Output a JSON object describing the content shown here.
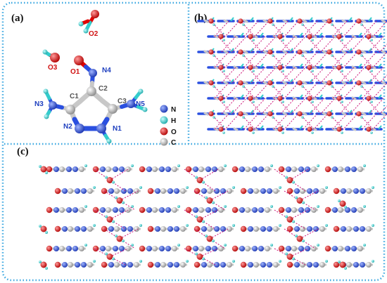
{
  "colors": {
    "frame": "#3aa7e0",
    "nitrogen": "#2a4fe0",
    "hydrogen": "#33cccc",
    "oxygen": "#e00000",
    "carbon": "#c8c8c8",
    "hbond": "#cc1177"
  },
  "panels": {
    "a": {
      "label": "(a)"
    },
    "b": {
      "label": "(b)"
    },
    "c": {
      "label": "(c)"
    }
  },
  "atom_labels": {
    "O1": "O1",
    "O2": "O2",
    "O3": "O3",
    "N1": "N1",
    "N2": "N2",
    "N3": "N3",
    "N4": "N4",
    "N5": "N5",
    "C1": "C1",
    "C2": "C2",
    "C3": "C3"
  },
  "legend": [
    {
      "symbol": "N",
      "color": "#2a4fe0"
    },
    {
      "symbol": "H",
      "color": "#33cccc"
    },
    {
      "symbol": "O",
      "color": "#e00000"
    },
    {
      "symbol": "C",
      "color": "#c8c8c8"
    }
  ]
}
